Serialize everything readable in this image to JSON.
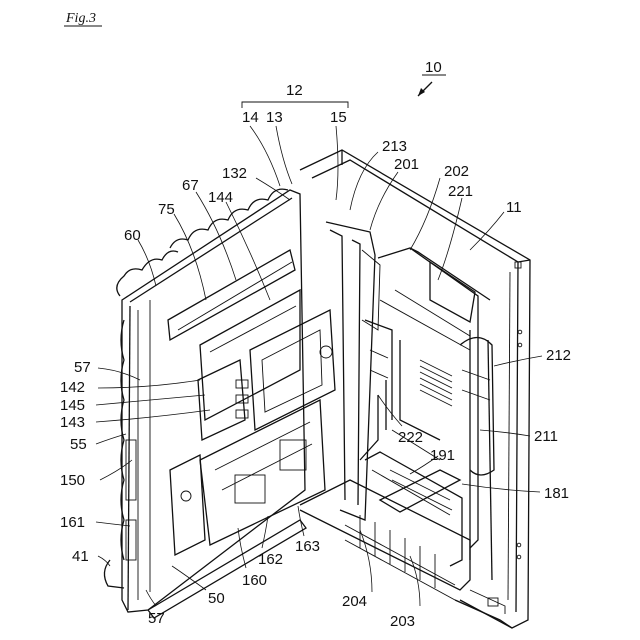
{
  "figure": {
    "title": "Fig.3",
    "main_ref": "10"
  },
  "labels": {
    "l12": "12",
    "l14": "14",
    "l13": "13",
    "l15": "15",
    "l213": "213",
    "l201": "201",
    "l202": "202",
    "l221": "221",
    "l11": "11",
    "l132": "132",
    "l67": "67",
    "l144": "144",
    "l75": "75",
    "l60": "60",
    "l57a": "57",
    "l142": "142",
    "l145": "145",
    "l143": "143",
    "l55": "55",
    "l150": "150",
    "l161": "161",
    "l41": "41",
    "l57b": "57",
    "l50": "50",
    "l160": "160",
    "l162": "162",
    "l163": "163",
    "l204": "204",
    "l203": "203",
    "l181": "181",
    "l191": "191",
    "l222": "222",
    "l211": "211",
    "l212": "212"
  }
}
